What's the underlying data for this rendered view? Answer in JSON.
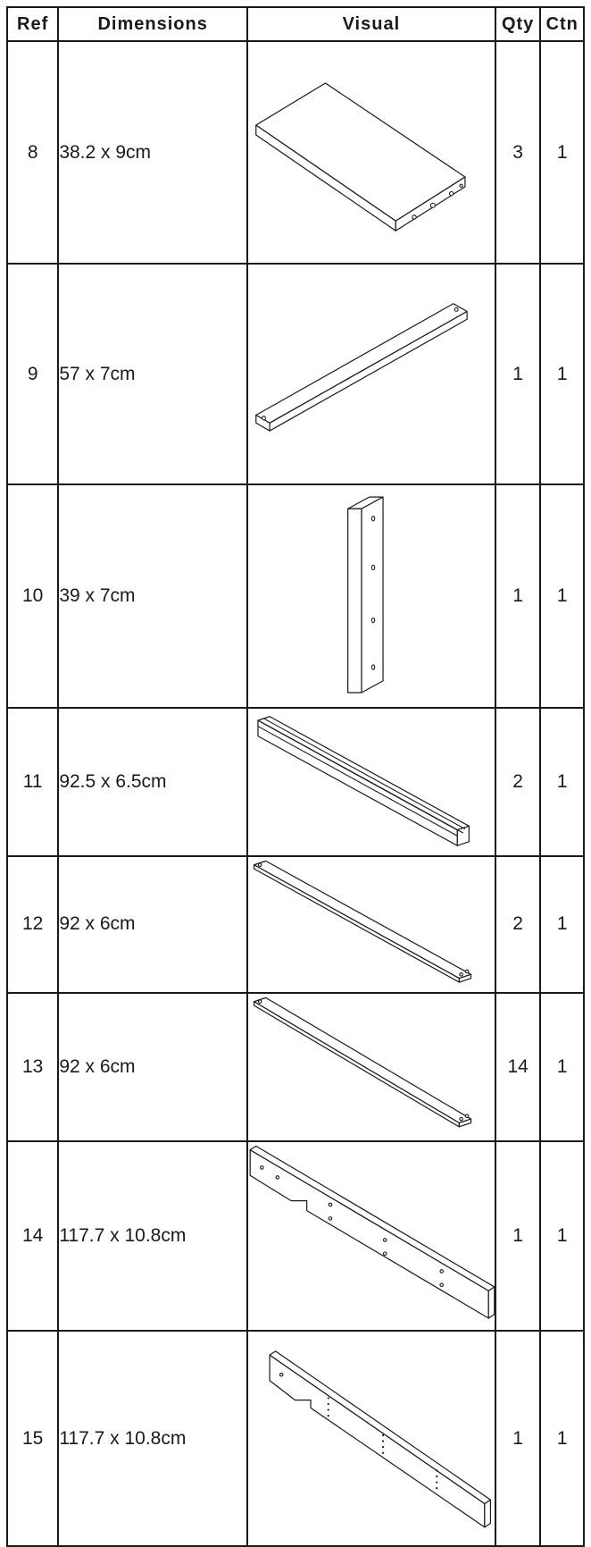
{
  "headers": {
    "ref": "Ref",
    "dimensions": "Dimensions",
    "visual": "Visual",
    "qty": "Qty",
    "ctn": "Ctn"
  },
  "rows": [
    {
      "ref": "8",
      "dimensions": "38.2 x 9cm",
      "qty": "3",
      "ctn": "1",
      "visual_icon": "wide-board-icon"
    },
    {
      "ref": "9",
      "dimensions": "57 x 7cm",
      "qty": "1",
      "ctn": "1",
      "visual_icon": "long-rail-icon"
    },
    {
      "ref": "10",
      "dimensions": "39 x 7cm",
      "qty": "1",
      "ctn": "1",
      "visual_icon": "vertical-post-icon"
    },
    {
      "ref": "11",
      "dimensions": "92.5 x 6.5cm",
      "qty": "2",
      "ctn": "1",
      "visual_icon": "grooved-rail-icon"
    },
    {
      "ref": "12",
      "dimensions": "92 x 6cm",
      "qty": "2",
      "ctn": "1",
      "visual_icon": "flat-slat-icon"
    },
    {
      "ref": "13",
      "dimensions": "92 x 6cm",
      "qty": "14",
      "ctn": "1",
      "visual_icon": "flat-slat-icon"
    },
    {
      "ref": "14",
      "dimensions": "117.7 x 10.8cm",
      "qty": "1",
      "ctn": "1",
      "visual_icon": "side-rail-notched-icon"
    },
    {
      "ref": "15",
      "dimensions": "117.7 x 10.8cm",
      "qty": "1",
      "ctn": "1",
      "visual_icon": "side-rail-dotted-icon"
    }
  ]
}
